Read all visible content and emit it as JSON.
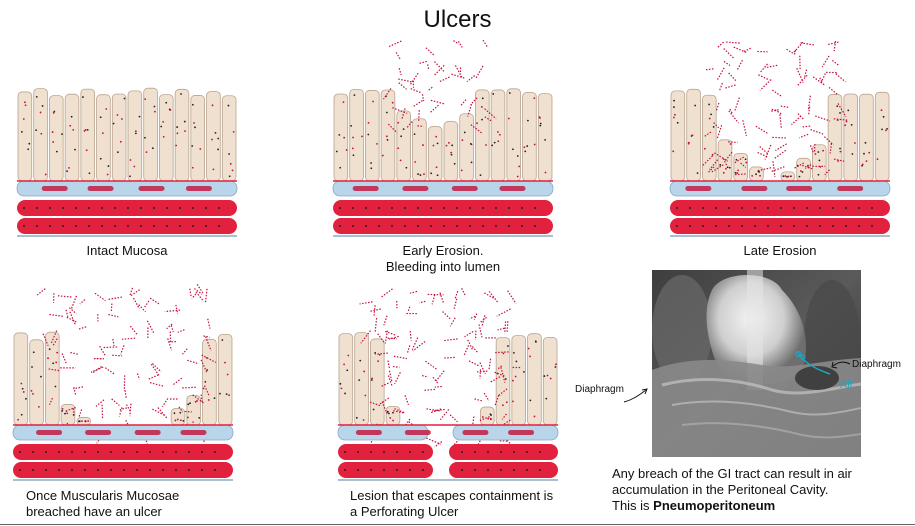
{
  "title": "Ulcers",
  "panels": [
    {
      "caption_lines": [
        "Intact Mucosa"
      ],
      "stage": 0
    },
    {
      "caption_lines": [
        "Early Erosion.",
        "Bleeding into lumen"
      ],
      "stage": 1
    },
    {
      "caption_lines": [
        "Late Erosion"
      ],
      "stage": 2
    },
    {
      "caption_lines": [
        "Once  Muscularis Mucosae",
        "breached have an ulcer"
      ],
      "stage": 3
    },
    {
      "caption_lines": [
        "Lesion that escapes containment is",
        "a Perforating Ulcer"
      ],
      "stage": 4
    }
  ],
  "xray": {
    "label_left": "Diaphragm",
    "label_right": "Diaphragm",
    "label_air": "Air"
  },
  "description": {
    "line1": "Any breach of the GI tract can result in air",
    "line2": "accumulation in the Peritoneal Cavity.",
    "line3_prefix": "This is ",
    "line3_bold": "Pneumoperitoneum"
  },
  "colors": {
    "villus": "#efe0d0",
    "villus_outline": "#b9a48e",
    "submucosa": "#b9d5ea",
    "muscle": "#e2213e",
    "blood": "#c4103a"
  }
}
